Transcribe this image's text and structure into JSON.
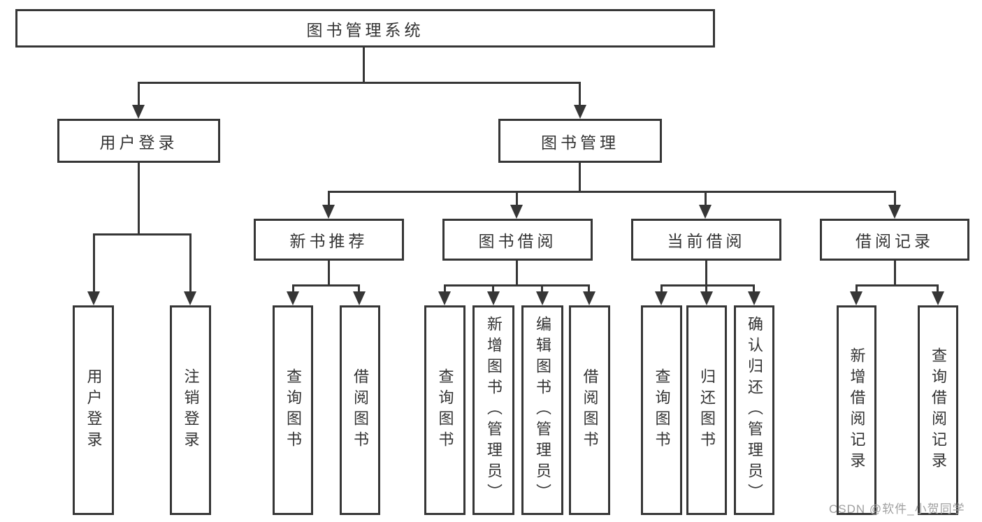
{
  "diagram_title": "图书管理系统",
  "tree": {
    "root": {
      "label": "图书管理系统",
      "children": [
        {
          "label": "用户登录",
          "children": [
            {
              "label": "用户登录"
            },
            {
              "label": "注销登录"
            }
          ]
        },
        {
          "label": "图书管理",
          "children": [
            {
              "label": "新书推荐",
              "children": [
                {
                  "label": "查询图书"
                },
                {
                  "label": "借阅图书"
                }
              ]
            },
            {
              "label": "图书借阅",
              "children": [
                {
                  "label": "查询图书"
                },
                {
                  "label": "新增图书（管理员）"
                },
                {
                  "label": "编辑图书（管理员）"
                },
                {
                  "label": "借阅图书"
                }
              ]
            },
            {
              "label": "当前借阅",
              "children": [
                {
                  "label": "查询图书"
                },
                {
                  "label": "归还图书"
                },
                {
                  "label": "确认归还（管理员）"
                }
              ]
            },
            {
              "label": "借阅记录",
              "children": [
                {
                  "label": "新增借阅记录"
                },
                {
                  "label": "查询借阅记录"
                }
              ]
            }
          ]
        }
      ]
    }
  },
  "watermark": "CSDN @软件_小贺同学",
  "colors": {
    "line": "#363636",
    "text": "#333333",
    "background": "#ffffff",
    "watermark": "#a0a0a0"
  }
}
